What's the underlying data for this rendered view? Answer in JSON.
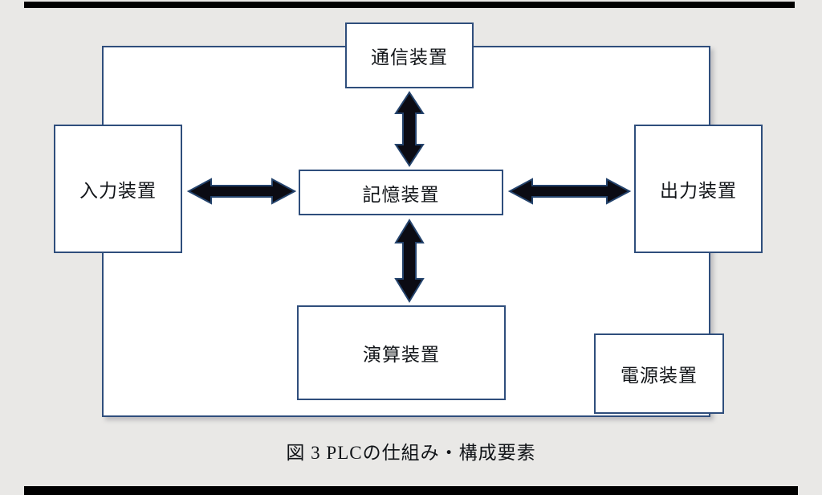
{
  "figure": {
    "caption": "図 3 PLCの仕組み・構成要素"
  },
  "nodes": {
    "communication": {
      "label": "通信装置"
    },
    "input": {
      "label": "入力装置"
    },
    "memory": {
      "label": "記憶装置"
    },
    "output": {
      "label": "出力装置"
    },
    "arithmetic": {
      "label": "演算装置"
    },
    "power": {
      "label": "電源装置"
    }
  },
  "connections": [
    {
      "from": "memory",
      "to": "communication",
      "type": "double-headed-arrow",
      "direction": "vertical"
    },
    {
      "from": "memory",
      "to": "input",
      "type": "double-headed-arrow",
      "direction": "horizontal"
    },
    {
      "from": "memory",
      "to": "output",
      "type": "double-headed-arrow",
      "direction": "horizontal"
    },
    {
      "from": "memory",
      "to": "arithmetic",
      "type": "double-headed-arrow",
      "direction": "vertical"
    }
  ],
  "colors": {
    "box_border": "#2f4e7c",
    "box_fill": "#ffffff",
    "arrow_fill": "#0b0b13",
    "arrow_outline": "#24436c",
    "background": "#e9e8e6",
    "divider_bar": "#000000",
    "text": "#111418"
  }
}
